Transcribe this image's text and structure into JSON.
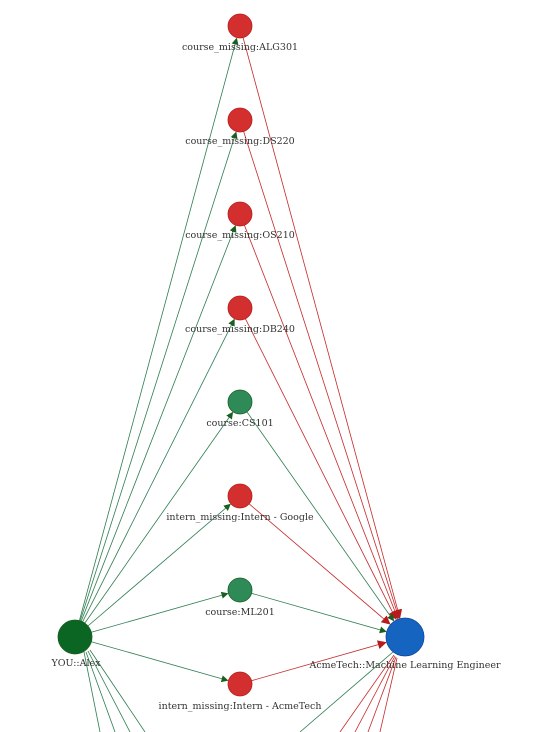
{
  "graph": {
    "nodes": [
      {
        "id": "you",
        "label": "YOU::Alex",
        "kind": "user"
      },
      {
        "id": "job",
        "label": "AcmeTech::Machine Learning Engineer",
        "kind": "target"
      },
      {
        "id": "alg",
        "label": "course_missing:ALG301",
        "kind": "missing"
      },
      {
        "id": "ds",
        "label": "course_missing:DS220",
        "kind": "missing"
      },
      {
        "id": "os",
        "label": "course_missing:OS210",
        "kind": "missing"
      },
      {
        "id": "db",
        "label": "course_missing:DB240",
        "kind": "missing"
      },
      {
        "id": "cs",
        "label": "course:CS101",
        "kind": "have"
      },
      {
        "id": "ig",
        "label": "intern_missing:Intern - Google",
        "kind": "missing"
      },
      {
        "id": "ml",
        "label": "course:ML201",
        "kind": "have"
      },
      {
        "id": "ia",
        "label": "intern_missing:Intern - AcmeTech",
        "kind": "missing"
      }
    ],
    "edges": [
      {
        "from": "you",
        "to": "alg"
      },
      {
        "from": "alg",
        "to": "job"
      },
      {
        "from": "you",
        "to": "ds"
      },
      {
        "from": "ds",
        "to": "job"
      },
      {
        "from": "you",
        "to": "os"
      },
      {
        "from": "os",
        "to": "job"
      },
      {
        "from": "you",
        "to": "db"
      },
      {
        "from": "db",
        "to": "job"
      },
      {
        "from": "you",
        "to": "cs"
      },
      {
        "from": "cs",
        "to": "job"
      },
      {
        "from": "you",
        "to": "ig"
      },
      {
        "from": "ig",
        "to": "job"
      },
      {
        "from": "you",
        "to": "ml"
      },
      {
        "from": "ml",
        "to": "job"
      },
      {
        "from": "you",
        "to": "ia"
      },
      {
        "from": "ia",
        "to": "job"
      }
    ],
    "colors": {
      "user": "#0b6623",
      "target": "#1565c0",
      "missing": "#d32f2f",
      "have": "#2e8b57",
      "edge_have": "#2e7d4f",
      "edge_missing": "#c62828",
      "node_stroke": "#b71c1c",
      "label": "#333333"
    }
  }
}
